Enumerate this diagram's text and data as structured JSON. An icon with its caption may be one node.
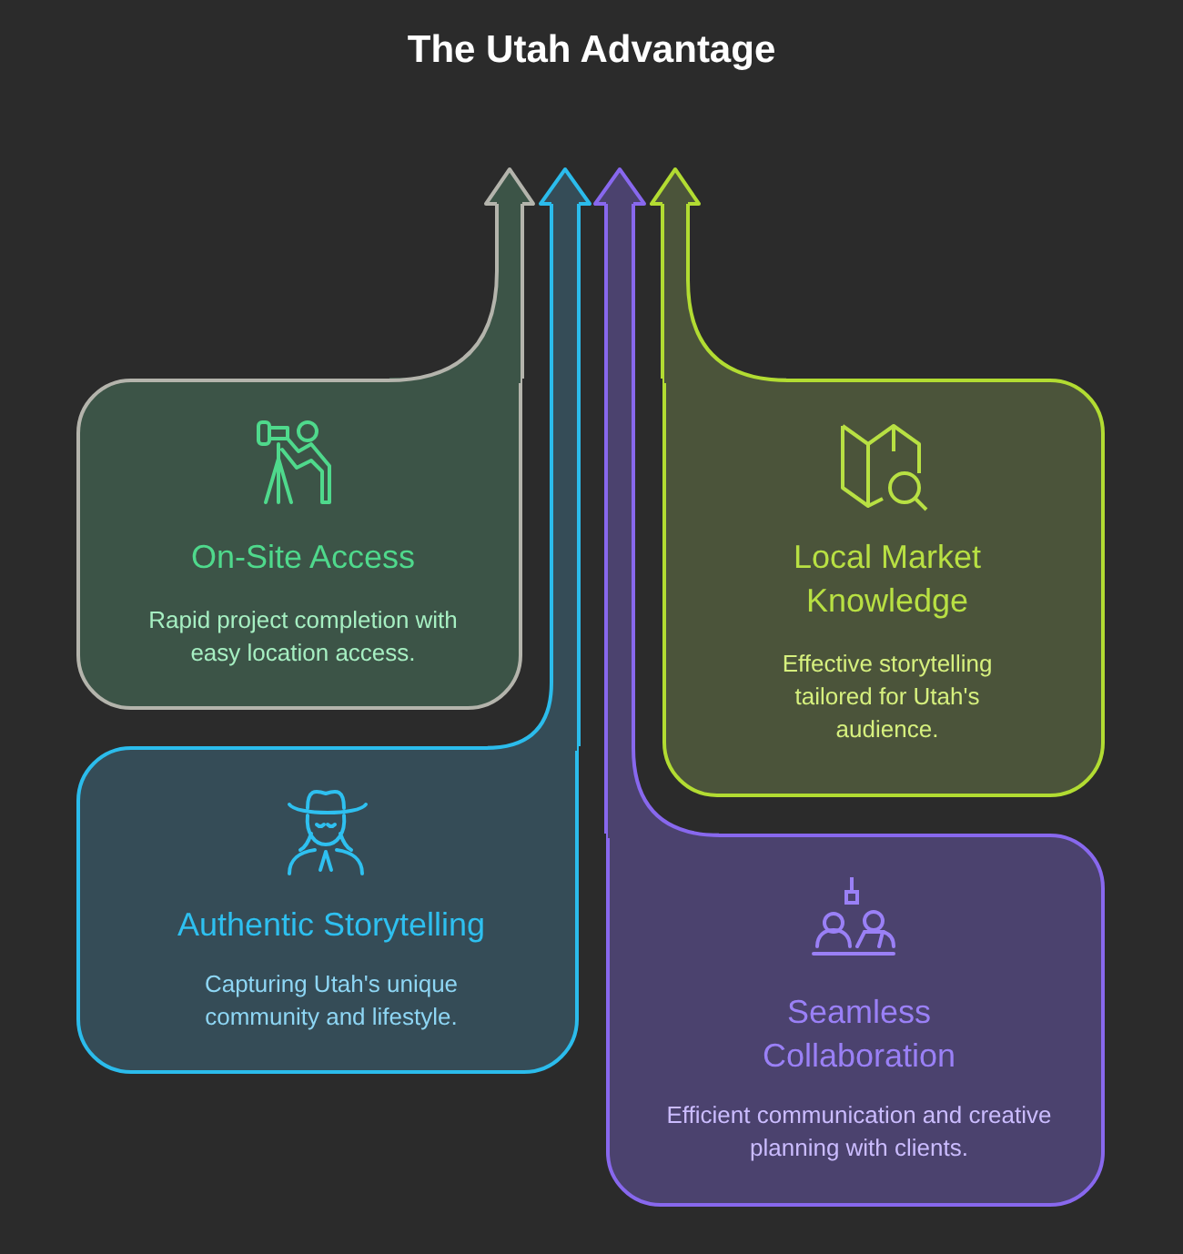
{
  "diagram": {
    "title": "The Utah Advantage",
    "nodes": [
      {
        "text": [
          "On-Site Access",
          "Rapid project completion with easy location access."
        ]
      },
      {
        "text": [
          "Local Market Knowledge",
          "Effective storytelling tailored for Utah's audience."
        ]
      },
      {
        "text": [
          "Authentic Storytelling",
          "Capturing Utah's unique community and lifestyle."
        ]
      },
      {
        "text": [
          "Seamless Collaboration",
          "Efficient communication and creative planning with clients."
        ]
      }
    ],
    "edges": [
      {
        "from": 0,
        "to": null,
        "arrow": "to",
        "color": "#b4b4ac"
      },
      {
        "from": 2,
        "to": null,
        "arrow": "to",
        "color": "#2bbcec"
      },
      {
        "from": 3,
        "to": null,
        "arrow": "to",
        "color": "#8868ee"
      },
      {
        "from": 1,
        "to": null,
        "arrow": "to",
        "color": "#b2dc32"
      }
    ]
  }
}
